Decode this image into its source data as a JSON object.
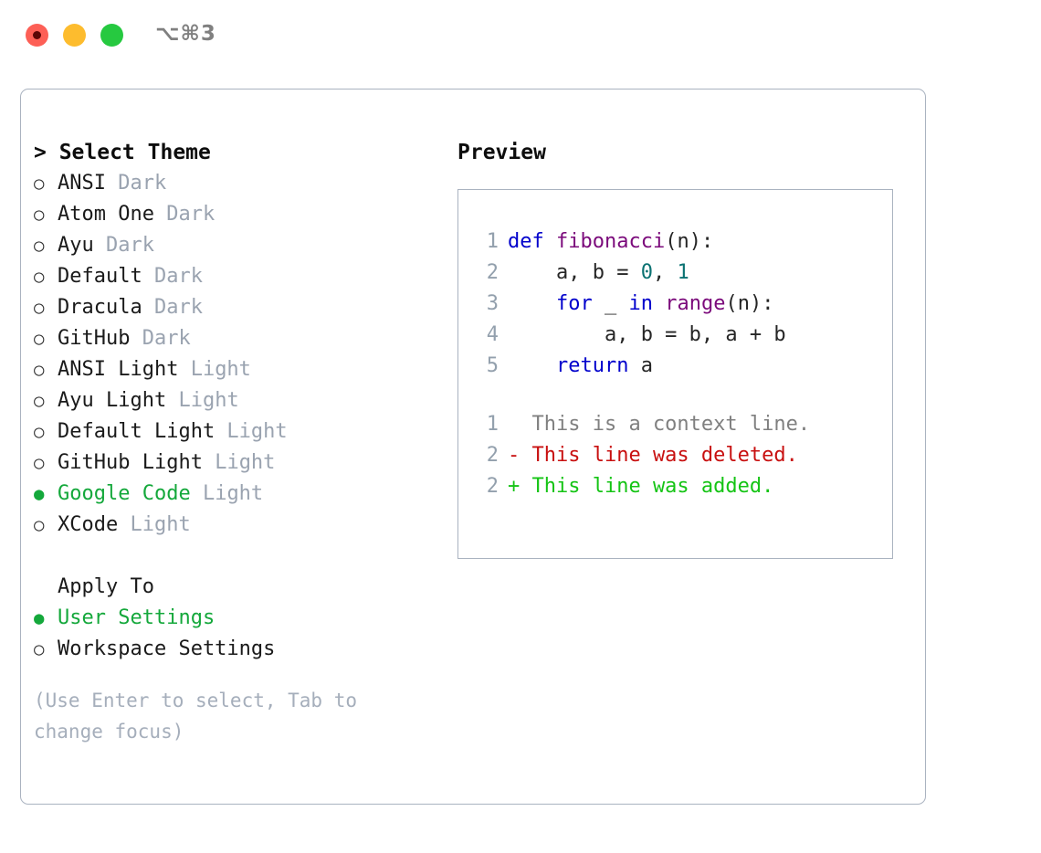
{
  "titlebar": {
    "shortcut": "⌥⌘3",
    "lights": [
      {
        "name": "close",
        "color": "#fd5f56"
      },
      {
        "name": "minimize",
        "color": "#fdbc2e"
      },
      {
        "name": "maximize",
        "color": "#26c940"
      }
    ]
  },
  "theme_picker": {
    "title": "> Select Theme",
    "selected_bullet": "●",
    "unselected_bullet": "○",
    "themes": [
      {
        "label": "ANSI",
        "variant": "Dark",
        "selected": false
      },
      {
        "label": "Atom One",
        "variant": "Dark",
        "selected": false
      },
      {
        "label": "Ayu",
        "variant": "Dark",
        "selected": false
      },
      {
        "label": "Default",
        "variant": "Dark",
        "selected": false
      },
      {
        "label": "Dracula",
        "variant": "Dark",
        "selected": false
      },
      {
        "label": "GitHub",
        "variant": "Dark",
        "selected": false
      },
      {
        "label": "ANSI Light",
        "variant": "Light",
        "selected": false
      },
      {
        "label": "Ayu Light",
        "variant": "Light",
        "selected": false
      },
      {
        "label": "Default Light",
        "variant": "Light",
        "selected": false
      },
      {
        "label": "GitHub Light",
        "variant": "Light",
        "selected": false
      },
      {
        "label": "Google Code",
        "variant": "Light",
        "selected": true
      },
      {
        "label": "XCode",
        "variant": "Light",
        "selected": false
      }
    ],
    "apply_to": {
      "heading": "Apply To",
      "options": [
        {
          "label": "User Settings",
          "selected": true
        },
        {
          "label": "Workspace Settings",
          "selected": false
        }
      ]
    },
    "hint": "(Use Enter to select, Tab to change focus)"
  },
  "preview": {
    "title": "Preview",
    "code_lines": [
      {
        "no": "1",
        "tokens": [
          {
            "t": "def ",
            "c": "kw"
          },
          {
            "t": "fibonacci",
            "c": "fn"
          },
          {
            "t": "(n):",
            "c": "txt"
          }
        ]
      },
      {
        "no": "2",
        "tokens": [
          {
            "t": "    a, b = ",
            "c": "txt"
          },
          {
            "t": "0",
            "c": "num"
          },
          {
            "t": ", ",
            "c": "txt"
          },
          {
            "t": "1",
            "c": "num"
          }
        ]
      },
      {
        "no": "3",
        "tokens": [
          {
            "t": "    ",
            "c": "txt"
          },
          {
            "t": "for ",
            "c": "kw"
          },
          {
            "t": "_ ",
            "c": "txt"
          },
          {
            "t": "in ",
            "c": "kw"
          },
          {
            "t": "range",
            "c": "fn"
          },
          {
            "t": "(n):",
            "c": "txt"
          }
        ]
      },
      {
        "no": "4",
        "tokens": [
          {
            "t": "        a, b = b, a + b",
            "c": "txt"
          }
        ]
      },
      {
        "no": "5",
        "tokens": [
          {
            "t": "    ",
            "c": "txt"
          },
          {
            "t": "return ",
            "c": "kw"
          },
          {
            "t": "a",
            "c": "txt"
          }
        ]
      }
    ],
    "diff_lines": [
      {
        "no": "1",
        "tokens": [
          {
            "t": "  This is a context line.",
            "c": "ctx"
          }
        ]
      },
      {
        "no": "2",
        "tokens": [
          {
            "t": "- This line was deleted.",
            "c": "del"
          }
        ]
      },
      {
        "no": "2",
        "tokens": [
          {
            "t": "+ This line was added.",
            "c": "add"
          }
        ]
      }
    ]
  },
  "colors": {
    "accent_green": "#14a83b",
    "border": "#aab3c0",
    "muted": "#9aa3b0",
    "hint": "#a5aebb",
    "keyword": "#0000cc",
    "function": "#7b0a7b",
    "number": "#0b7272",
    "deleted": "#c81010",
    "added": "#15c415"
  }
}
